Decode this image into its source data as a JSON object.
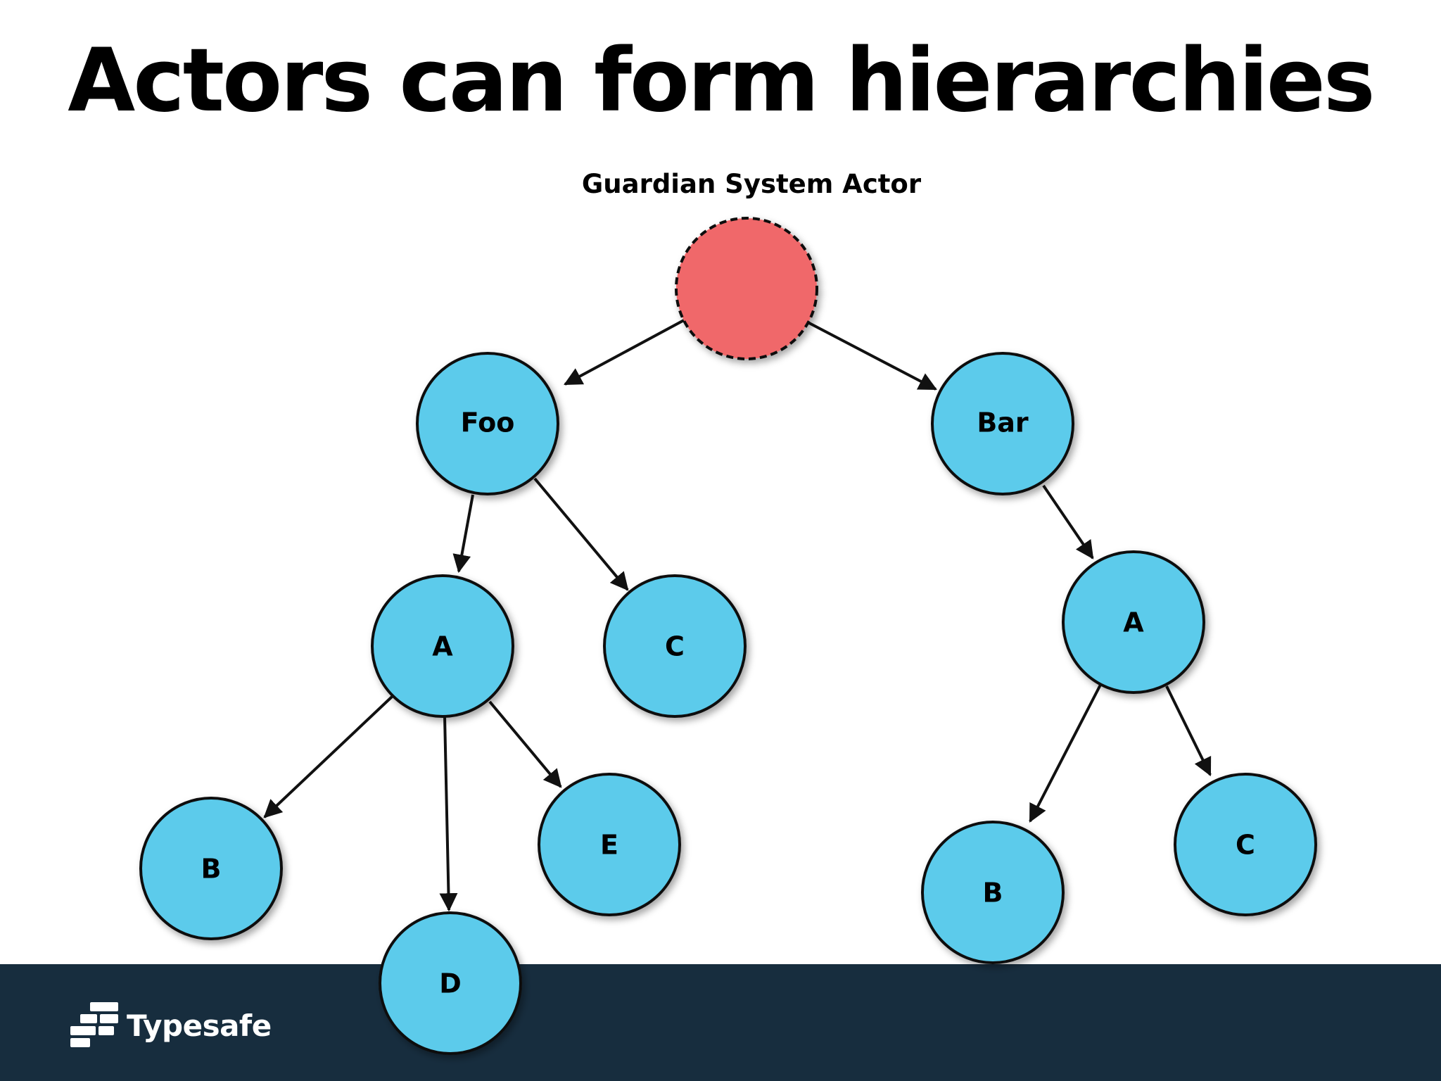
{
  "slide": {
    "title": "Actors can form hierarchies"
  },
  "diagram": {
    "root_label": "Guardian System Actor",
    "colors": {
      "root_fill": "#f0686a",
      "node_fill": "#5bcbeb",
      "stroke": "#111111",
      "footer": "#172d3e"
    },
    "nodes": {
      "foo": "Foo",
      "bar": "Bar",
      "foo_a": "A",
      "foo_c": "C",
      "foo_a_b": "B",
      "foo_a_d": "D",
      "foo_a_e": "E",
      "bar_a": "A",
      "bar_a_b": "B",
      "bar_a_c": "C"
    }
  },
  "footer": {
    "brand_name": "Typesafe",
    "logo_icon": "typesafe-logo-icon"
  }
}
